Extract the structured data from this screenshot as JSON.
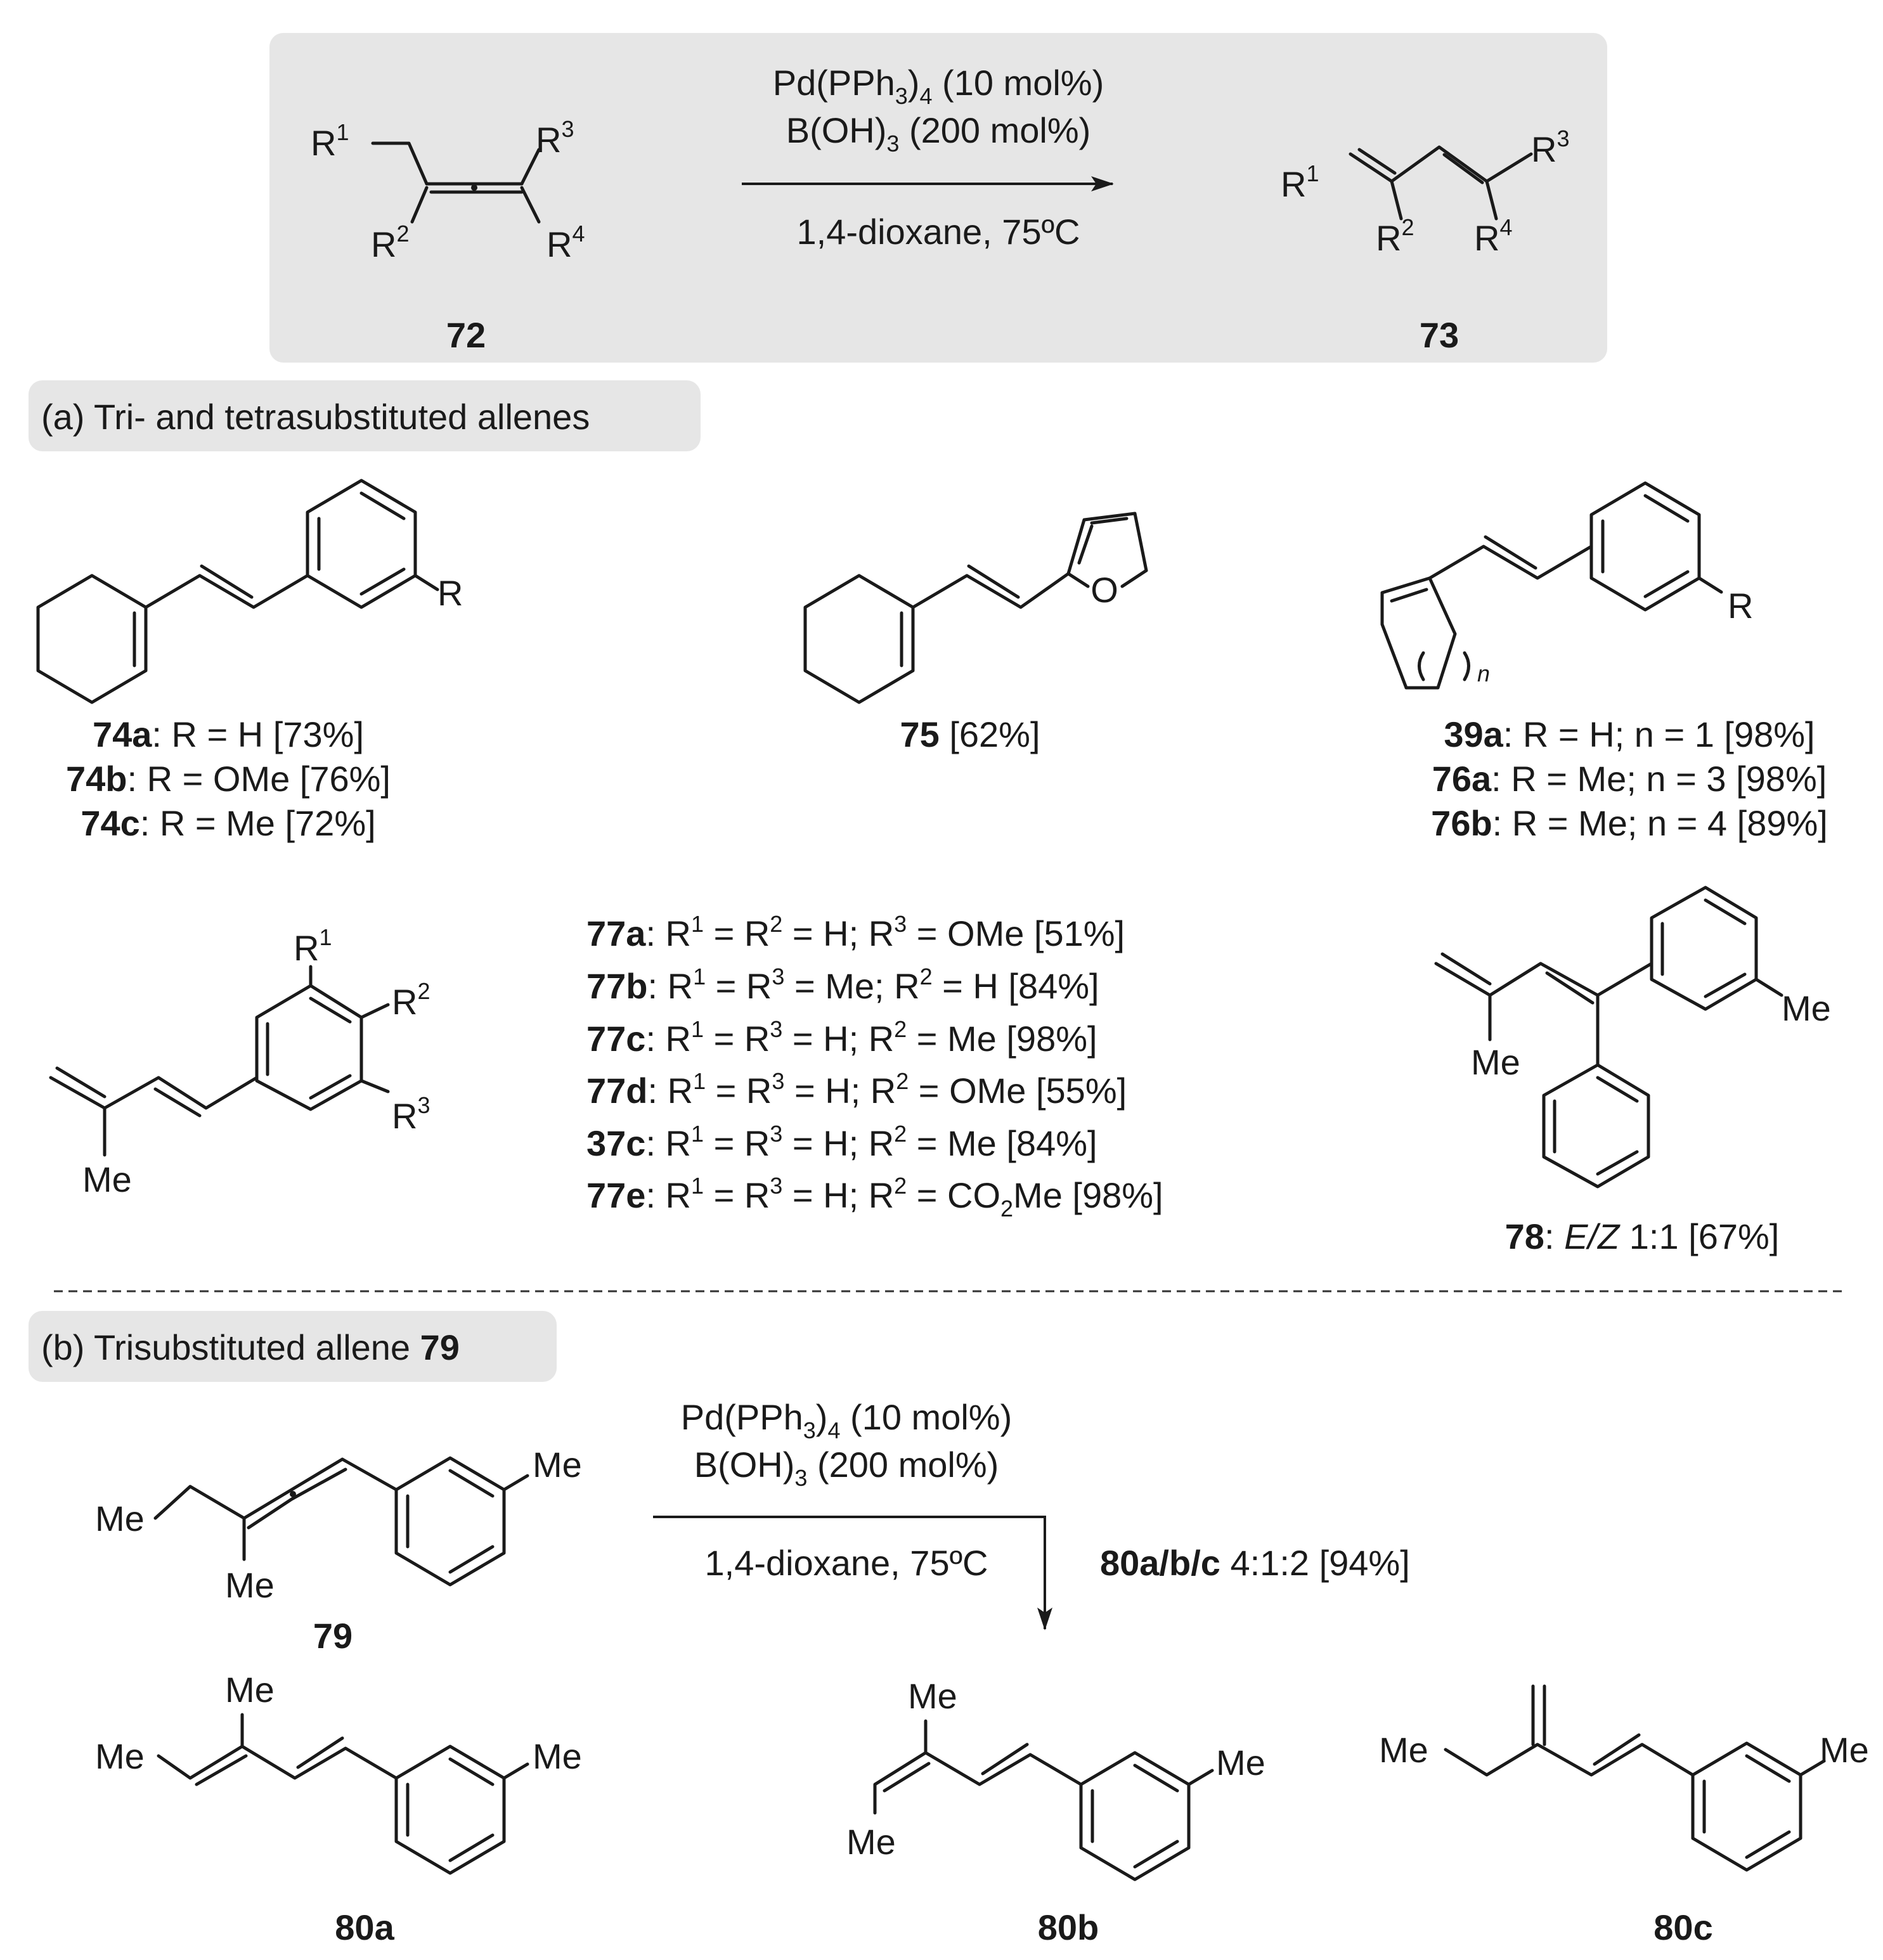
{
  "general_scheme": {
    "reactant_id": "72",
    "product_id": "73",
    "reagents": {
      "catalyst_main": "Pd(PPh",
      "catalyst_sub1": "3",
      "catalyst_paren": ")",
      "catalyst_sub2": "4",
      "catalyst_load": " (10 mol%)",
      "additive_main": "B(OH)",
      "additive_sub": "3",
      "additive_load": " (200 mol%)",
      "conditions": "1,4-dioxane, 75ºC"
    },
    "r_labels": {
      "R": "R",
      "s1": "1",
      "s2": "2",
      "s3": "3",
      "s4": "4"
    }
  },
  "section_a": {
    "title": "(a) Tri- and tetrasubstituted allenes",
    "c74": {
      "substituent": "R",
      "lines": [
        {
          "id": "74a",
          "rest": ": R = H [73%]"
        },
        {
          "id": "74b",
          "rest": ": R = OMe [76%]"
        },
        {
          "id": "74c",
          "rest": ": R = Me [72%]"
        }
      ]
    },
    "c75": {
      "id": "75",
      "rest": " [62%]",
      "heteroatom": "O"
    },
    "c39": {
      "substituent": "R",
      "ring_index": "n",
      "lines": [
        {
          "id": "39a",
          "rest": ": R = H; n = 1 [98%]"
        },
        {
          "id": "76a",
          "rest": ": R = Me; n = 3 [98%]"
        },
        {
          "id": "76b",
          "rest": ": R = Me; n = 4 [89%]"
        }
      ]
    },
    "c77": {
      "me_label": "Me",
      "R": "R",
      "s1": "1",
      "s2": "2",
      "s3": "3",
      "lines": [
        {
          "id": "77a",
          "p1": ": R",
          "p2": " = R",
          "p3": " = H; R",
          "p4": " = OMe [51%]",
          "sa": "1",
          "sb": "2",
          "sc": "3"
        },
        {
          "id": "77b",
          "p1": ": R",
          "p2": " = R",
          "p3": " = Me; R",
          "p4": " = H [84%]",
          "sa": "1",
          "sb": "3",
          "sc": "2"
        },
        {
          "id": "77c",
          "p1": ": R",
          "p2": " = R",
          "p3": " = H; R",
          "p4": " = Me [98%]",
          "sa": "1",
          "sb": "3",
          "sc": "2"
        },
        {
          "id": "77d",
          "p1": ": R",
          "p2": " = R",
          "p3": " = H; R",
          "p4": " = OMe [55%]",
          "sa": "1",
          "sb": "3",
          "sc": "2"
        },
        {
          "id": "37c",
          "p1": ": R",
          "p2": " = R",
          "p3": " = H; R",
          "p4": " = Me [84%]",
          "sa": "1",
          "sb": "3",
          "sc": "2"
        }
      ],
      "last_line": {
        "id": "77e",
        "p1": ": R",
        "p2": " = R",
        "p3": " = H; R",
        "p4": " = CO",
        "p5": "Me [98%]",
        "sa": "1",
        "sb": "3",
        "sc": "2",
        "sd": "2"
      }
    },
    "c78": {
      "id": "78",
      "sep": ": ",
      "ez": "E/Z",
      "rest": " 1:1 [67%]",
      "me1": "Me",
      "me2": "Me"
    }
  },
  "section_b": {
    "title_text": "(b) Trisubstituted allene ",
    "title_bold": "79",
    "c79": {
      "id": "79",
      "me_a": "Me",
      "me_b": "Me",
      "me_c": "Me"
    },
    "reagents": {
      "catalyst_main": "Pd(PPh",
      "catalyst_sub1": "3",
      "catalyst_paren": ")",
      "catalyst_sub2": "4",
      "catalyst_load": " (10 mol%)",
      "additive_main": "B(OH)",
      "additive_sub": "3",
      "additive_load": " (200 mol%)",
      "conditions": "1,4-dioxane, 75ºC"
    },
    "outcome": {
      "bold": "80a/b/c",
      "rest": " 4:1:2 [94%]"
    },
    "products": [
      {
        "id": "80a",
        "me_top": "Me",
        "me_left": "Me",
        "me_ring": "Me"
      },
      {
        "id": "80b",
        "me_top": "Me",
        "me_bottom": "Me",
        "me_ring": "Me"
      },
      {
        "id": "80c",
        "me_left": "Me",
        "me_ring": "Me"
      }
    ]
  }
}
